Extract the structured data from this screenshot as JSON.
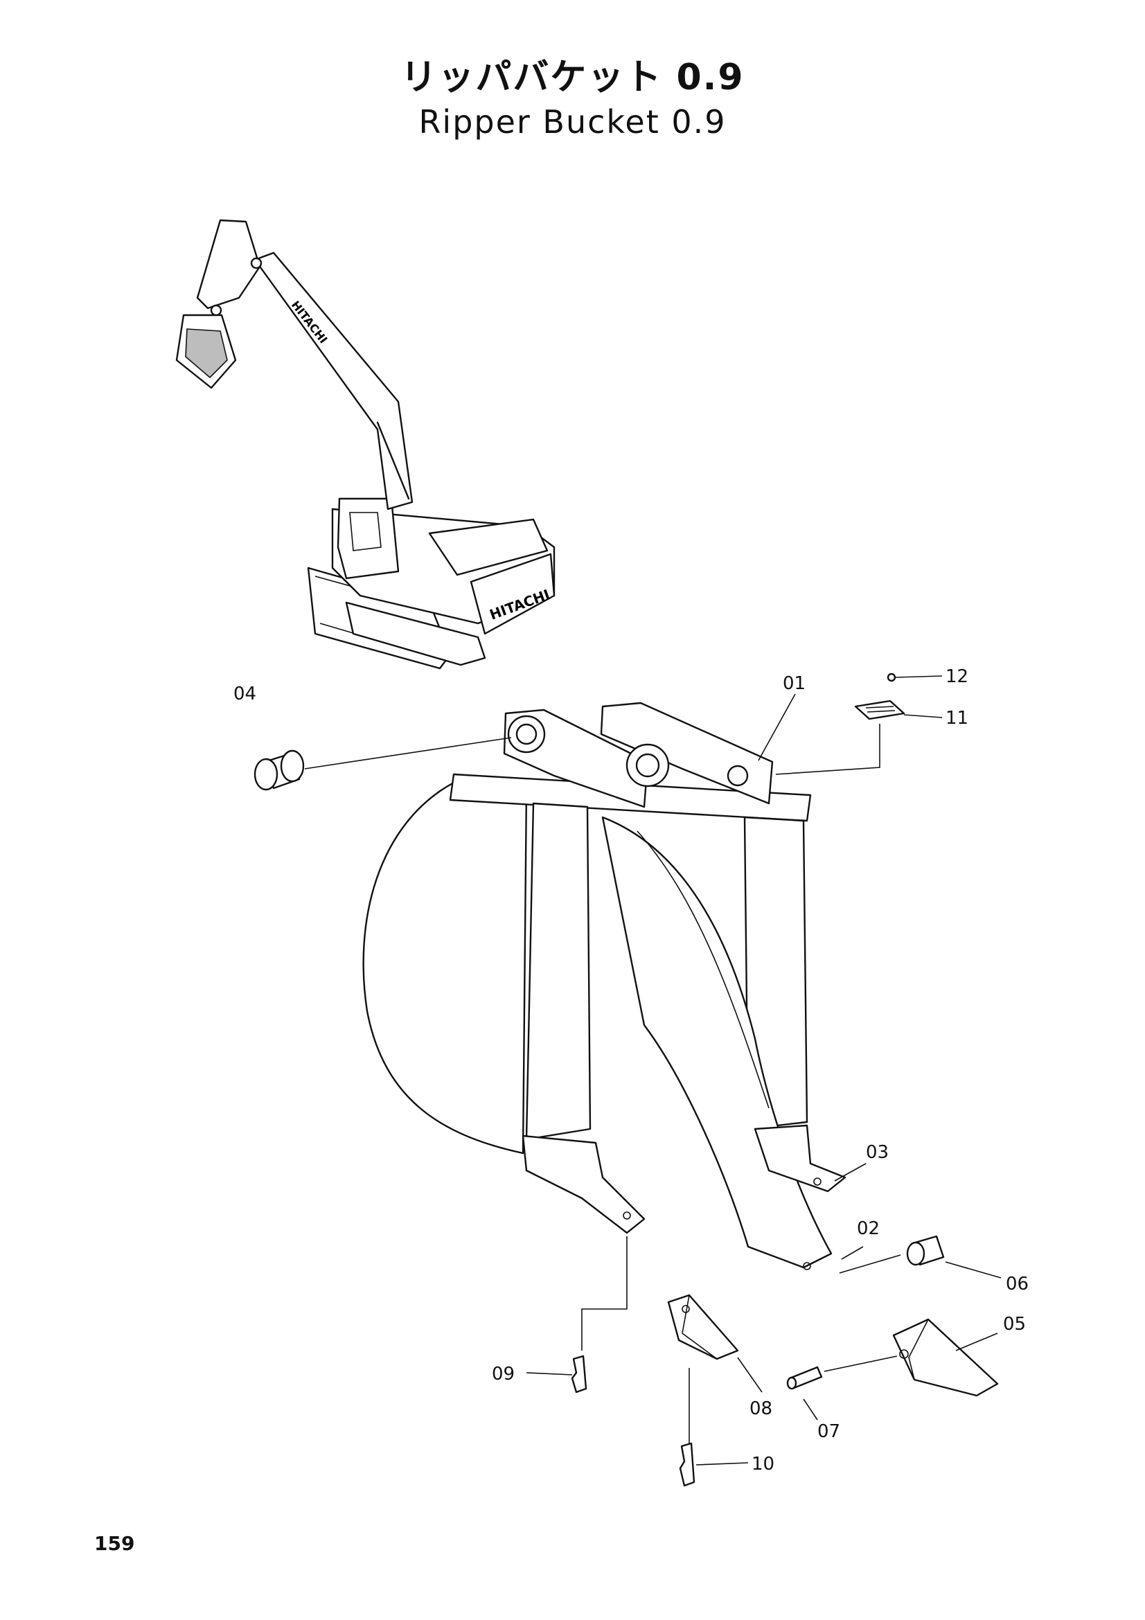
{
  "title": {
    "japanese": "リッパバケット 0.9",
    "english": "Ripper Bucket 0.9"
  },
  "machine": {
    "brand_cab": "HITACHI",
    "brand_boom": "HITACHI"
  },
  "callouts": [
    "01",
    "02",
    "03",
    "04",
    "05",
    "06",
    "07",
    "08",
    "09",
    "10",
    "11",
    "12"
  ],
  "page_number": "159"
}
